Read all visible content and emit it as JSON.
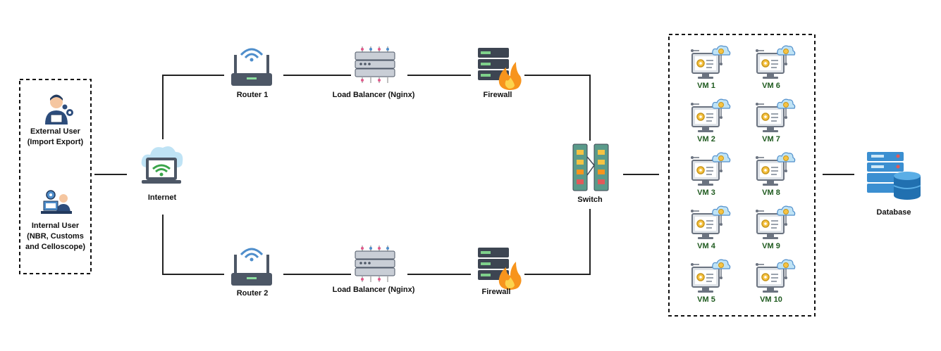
{
  "users": {
    "external": {
      "line1": "External User",
      "line2": "(Import Export)"
    },
    "internal": {
      "line1": "Internal User",
      "line2": "(NBR, Customs",
      "line3": "and Celloscope)"
    }
  },
  "internet": {
    "label": "Internet"
  },
  "top_path": {
    "router": "Router 1",
    "load_balancer": "Load Balancer (Nginx)",
    "firewall": "Firewall"
  },
  "bottom_path": {
    "router": "Router 2",
    "load_balancer": "Load Balancer (Nginx)",
    "firewall": "Firewall"
  },
  "switch": {
    "label": "Switch"
  },
  "vms": {
    "left": [
      "VM 1",
      "VM 2",
      "VM 3",
      "VM 4",
      "VM 5"
    ],
    "right": [
      "VM 6",
      "VM 7",
      "VM 8",
      "VM 9",
      "VM 10"
    ]
  },
  "database": {
    "label": "Database"
  },
  "colors": {
    "vm_label": "#1e5a1e",
    "line": "#222222",
    "cloud": "#bfe3f5",
    "router": "#4d5766",
    "flame": "#f7941d"
  }
}
